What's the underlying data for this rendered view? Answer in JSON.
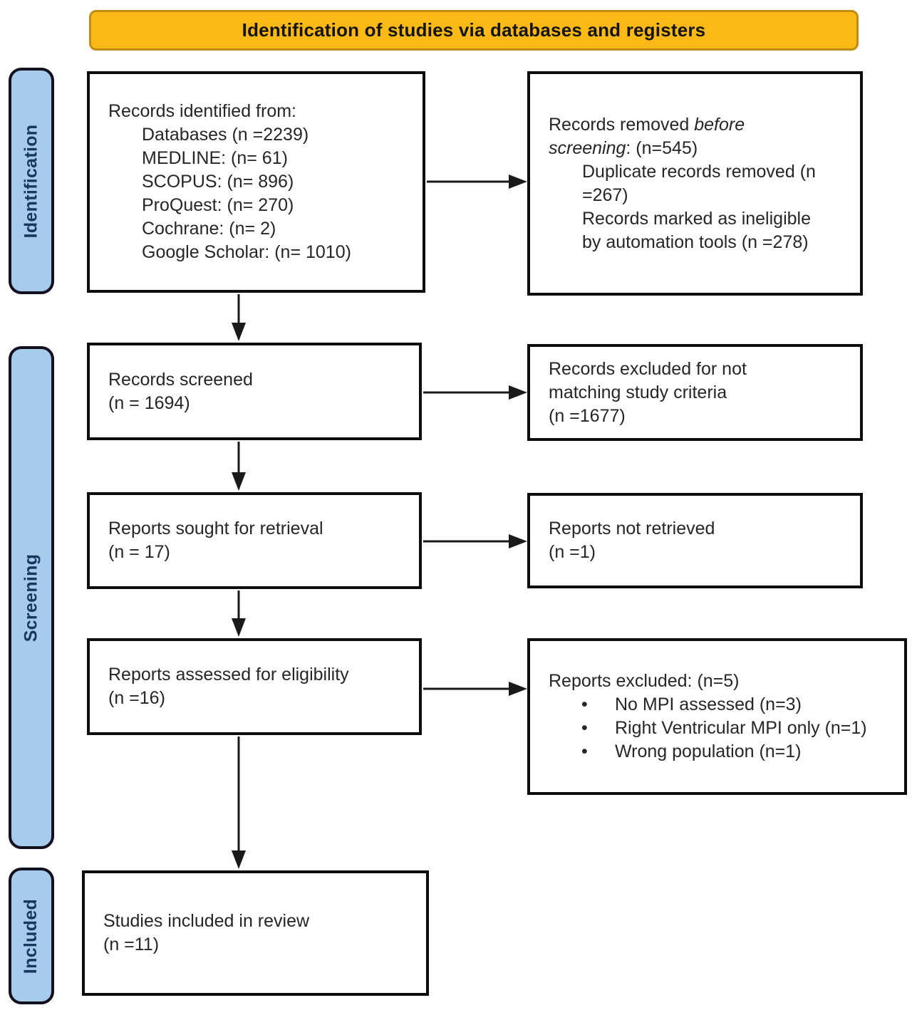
{
  "banner": {
    "title": "Identification of studies via databases and registers"
  },
  "colors": {
    "banner_fill": "#FBB917",
    "banner_border": "#C08D12",
    "stage_fill": "#A7CBEA",
    "stage_text": "#17375E",
    "box_border": "#0d0d0d",
    "arrow": "#1a1a1a",
    "text": "#262626"
  },
  "stages": {
    "identification": "Identification",
    "screening": "Screening",
    "included": "Included"
  },
  "boxes": {
    "identified": {
      "title": "Records identified from:",
      "sources": [
        "Databases (n =2239)",
        "MEDLINE: (n= 61)",
        "SCOPUS: (n= 896)",
        "ProQuest: (n= 270)",
        "Cochrane: (n= 2)",
        "Google Scholar: (n= 1010)"
      ]
    },
    "removed": {
      "title_line1_pre": "Records removed ",
      "title_line1_italic": "before",
      "title_line2_italic": "screening",
      "title_line2_post": ": (n=545)",
      "item_lines": [
        "Duplicate records removed (n",
        "=267)",
        "Records marked as ineligible",
        "by automation tools (n =278)"
      ]
    },
    "screened": {
      "lines": [
        "Records screened",
        "(n = 1694)"
      ]
    },
    "excluded": {
      "lines": [
        "Records excluded for not",
        "matching study criteria",
        "(n =1677)"
      ]
    },
    "sought": {
      "lines": [
        "Reports sought for retrieval",
        "(n = 17)"
      ]
    },
    "not_retrieved": {
      "lines": [
        "Reports not retrieved",
        "(n =1)"
      ]
    },
    "assessed": {
      "lines": [
        "Reports assessed for eligibility",
        "(n =16)"
      ]
    },
    "reports_excluded": {
      "title": "Reports excluded: (n=5)",
      "bullet_glyph": "•",
      "bullets": [
        "No MPI assessed (n=3)",
        "Right Ventricular MPI only (n=1)",
        "Wrong population (n=1)"
      ]
    },
    "included": {
      "lines": [
        "Studies included in review",
        "(n =11)"
      ]
    }
  }
}
